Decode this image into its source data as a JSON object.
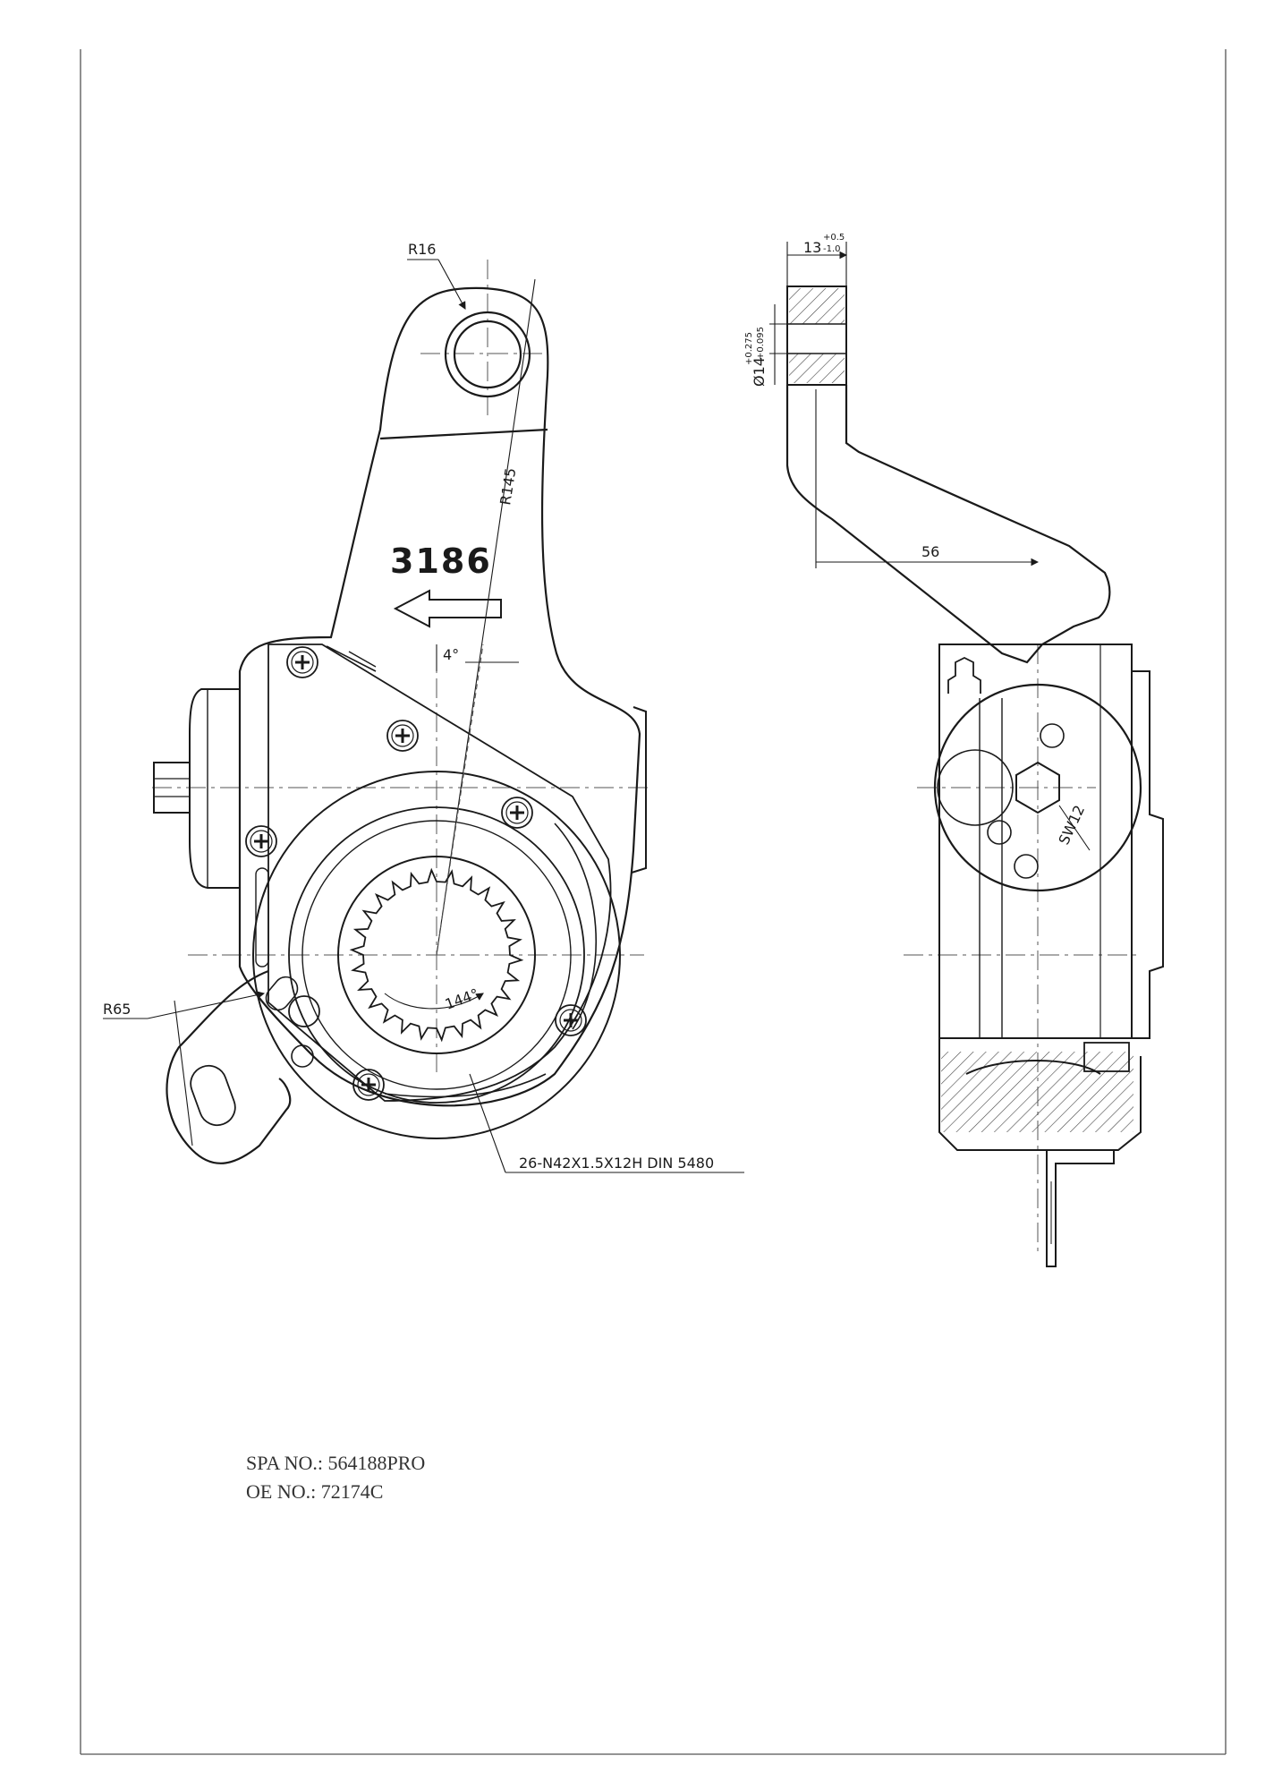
{
  "drawing": {
    "part_number_mark": "3186",
    "side_view_dimensions": {
      "width_tol_main": "13",
      "width_tol_plus": "+0.5",
      "width_tol_minus": "-1.0",
      "bore_main": "Ø14",
      "bore_tol_plus": "+0.275",
      "bore_tol_minus": "+0.095",
      "offset": "56",
      "wrench_size": "SW12"
    },
    "front_view_dimensions": {
      "eye_radius": "R16",
      "arm_radius": "R145",
      "angle_small": "4°",
      "clevis_radius": "R65",
      "spline_angle": "144°",
      "spline_spec": "26-N42X1.5X12H DIN 5480"
    }
  },
  "caption": {
    "spa_no": "SPA NO.: 564188PRO",
    "oe_no": "OE NO.: 72174C"
  },
  "colors": {
    "line": "#1a1a1a",
    "frame": "#555555",
    "hatch": "#444444"
  }
}
